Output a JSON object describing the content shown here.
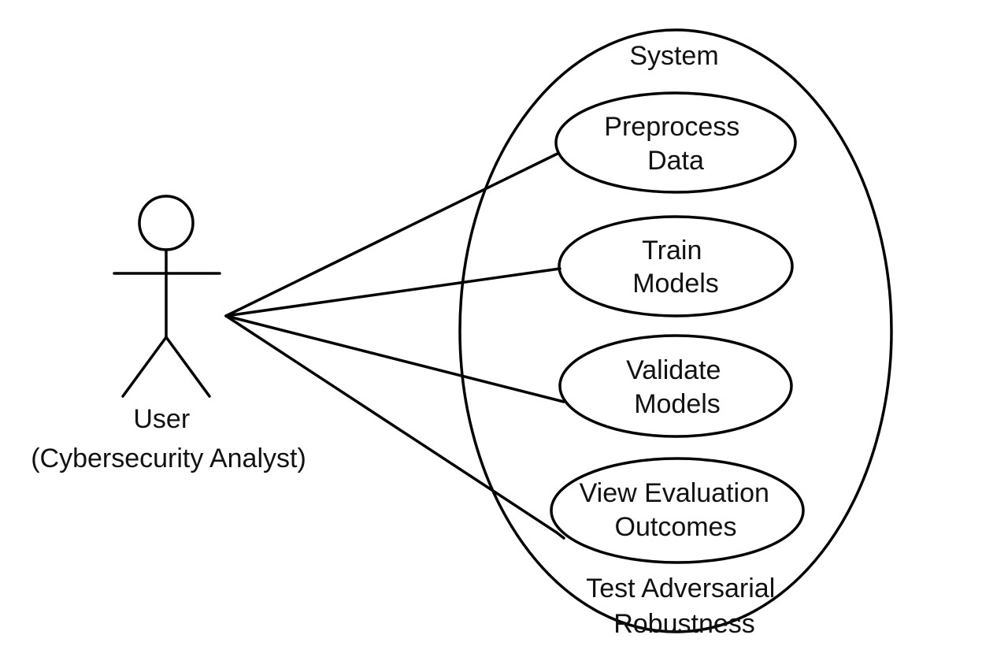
{
  "diagram_type": "use-case",
  "actor": {
    "name_line1": "User",
    "name_line2": "(Cybersecurity Analyst)"
  },
  "system": {
    "label": "System"
  },
  "use_cases": [
    {
      "line1": "Preprocess",
      "line2": "Data"
    },
    {
      "line1": "Train",
      "line2": "Models"
    },
    {
      "line1": "Validate",
      "line2": "Models"
    },
    {
      "line1": "View Evaluation",
      "line2": "Outcomes"
    },
    {
      "line1": "Test Adversarial",
      "line2": "Robustness"
    }
  ],
  "colors": {
    "stroke": "#000000",
    "background": "#ffffff"
  }
}
